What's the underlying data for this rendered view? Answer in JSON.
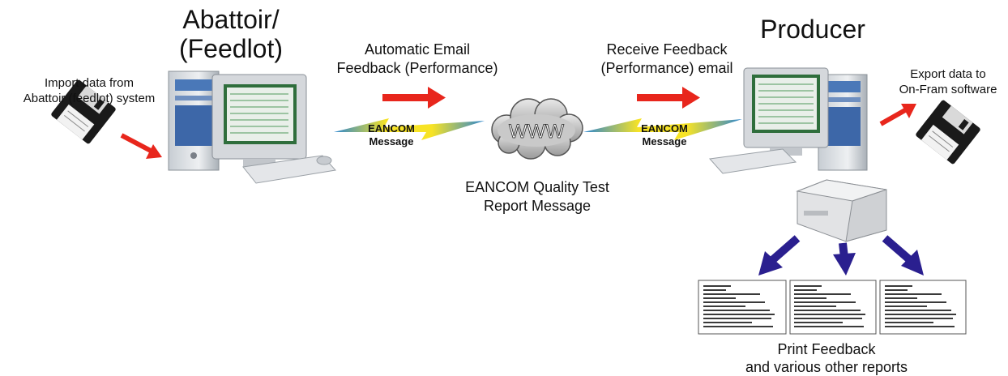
{
  "nodes": {
    "abattoir_title": "Abattoir/\n(Feedlot)",
    "producer_title": "Producer",
    "import_label": "Import data from\nAbattoir (feedlot) system",
    "export_label": "Export data to\nOn-Fram software",
    "print_label": "Print Feedback\nand various other reports"
  },
  "flows": {
    "email_feedback": "Automatic Email\nFeedback (Performance)",
    "receive_feedback": "Receive Feedback\n(Performance) email",
    "cloud_label": "WWW",
    "quality_test": "EANCOM Quality Test\nReport Message",
    "message_left": [
      "EANCOM",
      "Message"
    ],
    "message_right": [
      "EANCOM",
      "Message"
    ]
  },
  "colors": {
    "red_arrow": "#e8261c",
    "navy_arrow": "#2a1f8f",
    "bolt_yellow": "#f7e325",
    "bolt_blue": "#2b86d1"
  }
}
